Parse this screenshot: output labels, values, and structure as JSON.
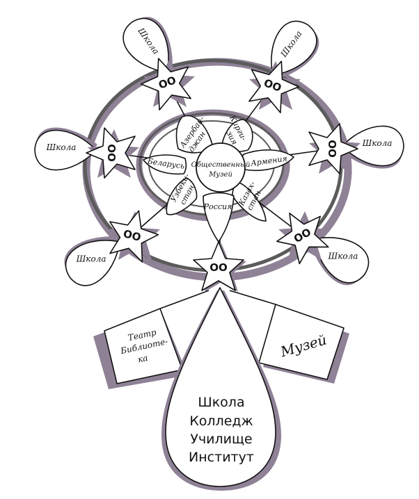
{
  "colors": {
    "shadow": "#8f8196",
    "ink": "#111111",
    "ring": "#5b5b5b",
    "paper": "#ffffff"
  },
  "center": {
    "line1": "Общественный",
    "line2": "Музей"
  },
  "countries": [
    {
      "id": "azerbaijan",
      "line1": "Азербай-",
      "line2": "джан"
    },
    {
      "id": "kyrgyzstan",
      "line1": "Кирги-",
      "line2": "зия"
    },
    {
      "id": "armenia",
      "line1": "Армения",
      "line2": ""
    },
    {
      "id": "kazakhstan",
      "line1": "Казах-",
      "line2": "стан"
    },
    {
      "id": "russia",
      "line1": "Россия",
      "line2": ""
    },
    {
      "id": "uzbekistan",
      "line1": "Узбеки-",
      "line2": "стан"
    },
    {
      "id": "belarus",
      "line1": "Беларусь",
      "line2": ""
    }
  ],
  "school_label": "Школа",
  "star_marker": "OO",
  "left_flag": {
    "line1": "Театр",
    "line2": "Библиоте-",
    "line3": "ка"
  },
  "right_flag": {
    "label": "Музей"
  },
  "drop": {
    "line1": "Школа",
    "line2": "Колледж",
    "line3": "Училище",
    "line4": "Институт"
  }
}
